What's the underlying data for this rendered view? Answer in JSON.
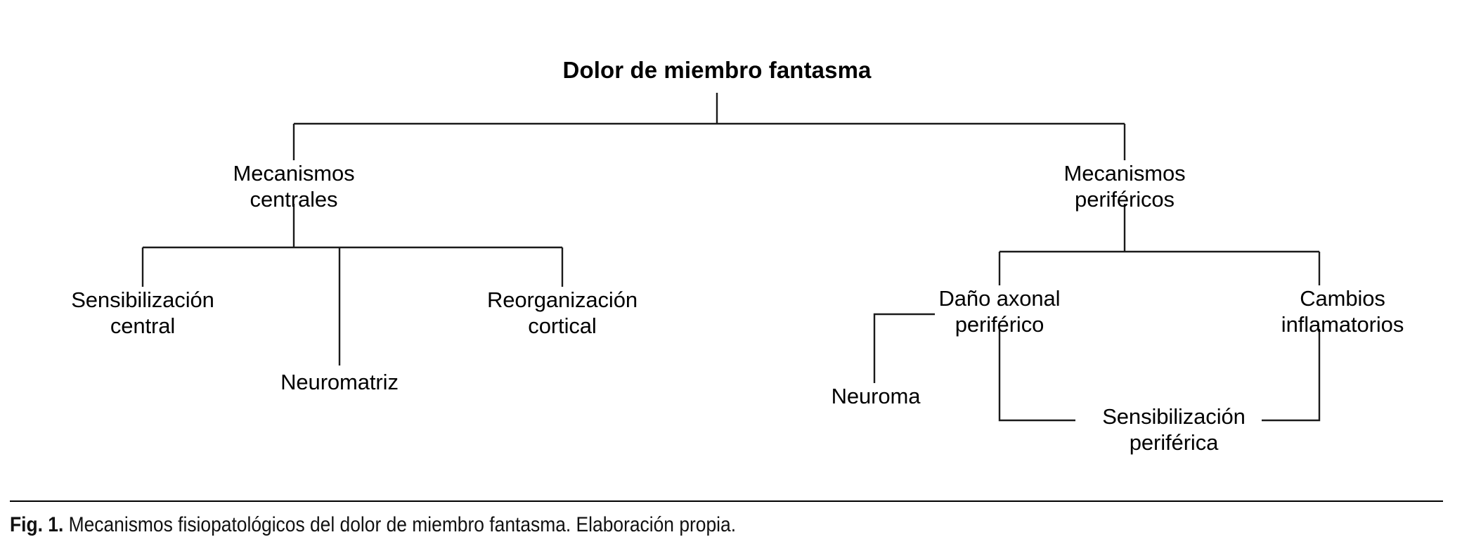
{
  "figure": {
    "root": {
      "label": "Dolor de miembro fantasma"
    },
    "branches": [
      {
        "id": "mecanismos-centrales",
        "label": "Mecanismos\ncentrales",
        "children": [
          {
            "id": "sensibilizacion-central",
            "label": "Sensibilización\ncentral"
          },
          {
            "id": "neuromatriz",
            "label": "Neuromatriz"
          },
          {
            "id": "reorganizacion-cortical",
            "label": "Reorganización\ncortical"
          }
        ]
      },
      {
        "id": "mecanismos-perifericos",
        "label": "Mecanismos\nperiféricos",
        "children": [
          {
            "id": "dano-axonal-periferico",
            "label": "Daño axonal\nperiférico"
          },
          {
            "id": "cambios-inflamatorios",
            "label": "Cambios\ninflamatorios"
          },
          {
            "id": "neuroma",
            "label": "Neuroma"
          },
          {
            "id": "sensibilizacion-periferica",
            "label": "Sensibilización\nperiférica"
          }
        ]
      }
    ]
  },
  "caption": {
    "label": "Fig. 1.",
    "text": " Mecanismos fisiopatológicos del dolor de miembro fantasma. Elaboración propia."
  },
  "style": {
    "line_color": "#1a1a1a",
    "text_color": "#000000",
    "background": "#ffffff"
  }
}
